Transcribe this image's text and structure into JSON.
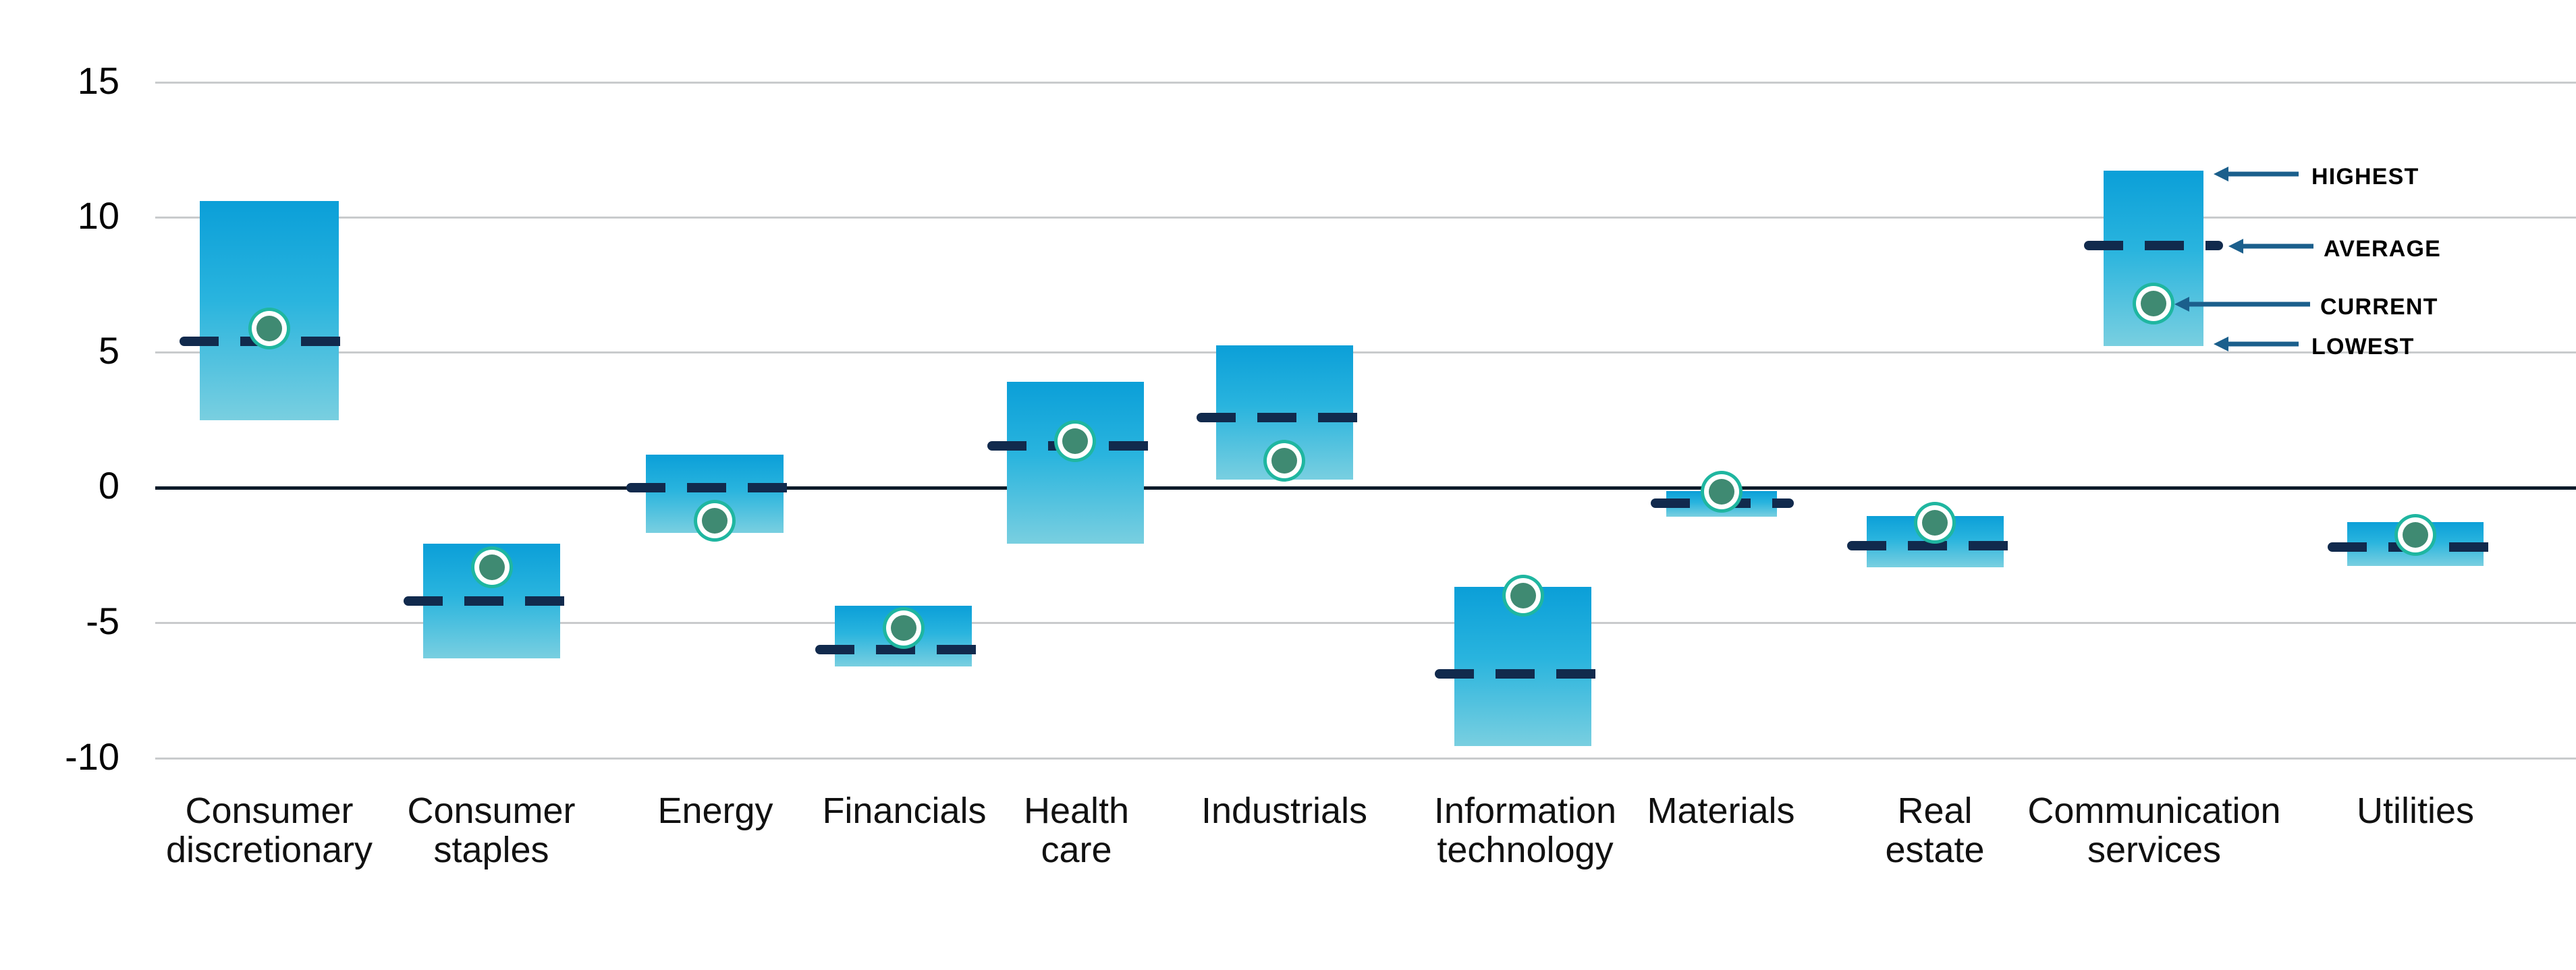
{
  "chart_data": {
    "type": "bar",
    "title": "",
    "subtitle": "",
    "xlabel": "",
    "ylabel": "",
    "ylim": [
      -10,
      15
    ],
    "yticks": [
      15,
      10,
      5,
      0,
      -5,
      -10
    ],
    "ytick_labels": [
      "15",
      "10",
      "5",
      "0",
      "-5",
      "-10"
    ],
    "grid": true,
    "zero_line": true,
    "legend_position": "inside-top-right",
    "series_names": [
      "highest",
      "lowest",
      "average",
      "current"
    ],
    "categories": [
      "Consumer discretionary",
      "Consumer staples",
      "Energy",
      "Financials",
      "Health care",
      "Industrials",
      "Information technology",
      "Materials",
      "Real estate",
      "Communication services",
      "Utilities"
    ],
    "series": [
      {
        "name": "highest",
        "values": [
          10.6,
          -2.1,
          1.2,
          -4.4,
          3.9,
          5.3,
          -3.7,
          -0.1,
          -1.0,
          11.7,
          -1.3
        ]
      },
      {
        "name": "lowest",
        "values": [
          2.5,
          -6.3,
          -1.7,
          -6.6,
          -2.1,
          0.3,
          -9.6,
          -1.1,
          -2.9,
          5.2,
          -2.9
        ]
      },
      {
        "name": "average",
        "values": [
          5.4,
          -4.2,
          0.0,
          -6.0,
          1.6,
          2.6,
          -6.9,
          -0.6,
          -2.1,
          9.0,
          -2.2
        ]
      },
      {
        "name": "current",
        "values": [
          5.9,
          -2.9,
          -1.2,
          -5.1,
          1.7,
          1.0,
          -4.0,
          -0.1,
          -1.3,
          6.8,
          -1.8
        ]
      }
    ],
    "bars": [
      {
        "category": "Consumer discretionary",
        "label_lines": [
          "Consumer",
          "discretionary"
        ],
        "highest": 10.6,
        "lowest": 2.5,
        "average": 5.4,
        "current": 5.9
      },
      {
        "category": "Consumer staples",
        "label_lines": [
          "Consumer",
          "staples"
        ],
        "highest": -2.1,
        "lowest": -6.3,
        "average": -4.2,
        "current": -2.9
      },
      {
        "category": "Energy",
        "label_lines": [
          "Energy"
        ],
        "highest": 1.2,
        "lowest": -1.7,
        "average": 0.0,
        "current": -1.2
      },
      {
        "category": "Financials",
        "label_lines": [
          "Financials"
        ],
        "highest": -4.4,
        "lowest": -6.6,
        "average": -6.0,
        "current": -5.1
      },
      {
        "category": "Health care",
        "label_lines": [
          "Health",
          "care"
        ],
        "highest": 3.9,
        "lowest": -2.1,
        "average": 1.6,
        "current": 1.7
      },
      {
        "category": "Industrials",
        "label_lines": [
          "Industrials"
        ],
        "highest": 5.3,
        "lowest": 0.3,
        "average": 2.6,
        "current": 1.0
      },
      {
        "category": "Information technology",
        "label_lines": [
          "Information",
          "technology"
        ],
        "highest": -3.7,
        "lowest": -9.6,
        "average": -6.9,
        "current": -4.0
      },
      {
        "category": "Materials",
        "label_lines": [
          "Materials"
        ],
        "highest": -0.1,
        "lowest": -1.1,
        "average": -0.6,
        "current": -0.1
      },
      {
        "category": "Real estate",
        "label_lines": [
          "Real",
          "estate"
        ],
        "highest": -1.0,
        "lowest": -2.9,
        "average": -2.1,
        "current": -1.3
      },
      {
        "category": "Communication services",
        "label_lines": [
          "Communication",
          "services"
        ],
        "highest": 11.7,
        "lowest": 5.2,
        "average": 9.0,
        "current": 6.8
      },
      {
        "category": "Utilities",
        "label_lines": [
          "Utilities"
        ],
        "highest": -1.3,
        "lowest": -2.9,
        "average": -2.2,
        "current": -1.8
      }
    ],
    "annotations": [
      {
        "id": "highest",
        "label": "HIGHEST",
        "target": "top edge of bar"
      },
      {
        "id": "average",
        "label": "AVERAGE",
        "target": "dashed line"
      },
      {
        "id": "current",
        "label": "CURRENT",
        "target": "circle marker"
      },
      {
        "id": "lowest",
        "label": "LOWEST",
        "target": "bottom edge of bar"
      }
    ],
    "colors": {
      "bar_top": "#0b9fd8",
      "bar_bottom": "#79cfe0",
      "average_line": "#112a4d",
      "current_marker_fill": "#3f8a72",
      "current_marker_ring": "#1fb6a0",
      "gridline": "#c9cbcd",
      "zero_line": "#0d1b2a",
      "annotation_arrow": "#1b5f8c",
      "tick_label": "#000000"
    }
  },
  "axis": {
    "ytick_0": "15",
    "ytick_1": "10",
    "ytick_2": "5",
    "ytick_3": "0",
    "ytick_4": "-5",
    "ytick_5": "-10"
  },
  "xlabels": {
    "l0_a": "Consumer",
    "l0_b": "discretionary",
    "l1_a": "Consumer",
    "l1_b": "staples",
    "l2_a": "Energy",
    "l2_b": "",
    "l3_a": "Financials",
    "l3_b": "",
    "l4_a": "Health",
    "l4_b": "care",
    "l5_a": "Industrials",
    "l5_b": "",
    "l6_a": "Information",
    "l6_b": "technology",
    "l7_a": "Materials",
    "l7_b": "",
    "l8_a": "Real",
    "l8_b": "estate",
    "l9_a": "Communication",
    "l9_b": "services",
    "l10_a": "Utilities",
    "l10_b": ""
  },
  "legend": {
    "highest": "HIGHEST",
    "average": "AVERAGE",
    "current": "CURRENT",
    "lowest": "LOWEST"
  }
}
